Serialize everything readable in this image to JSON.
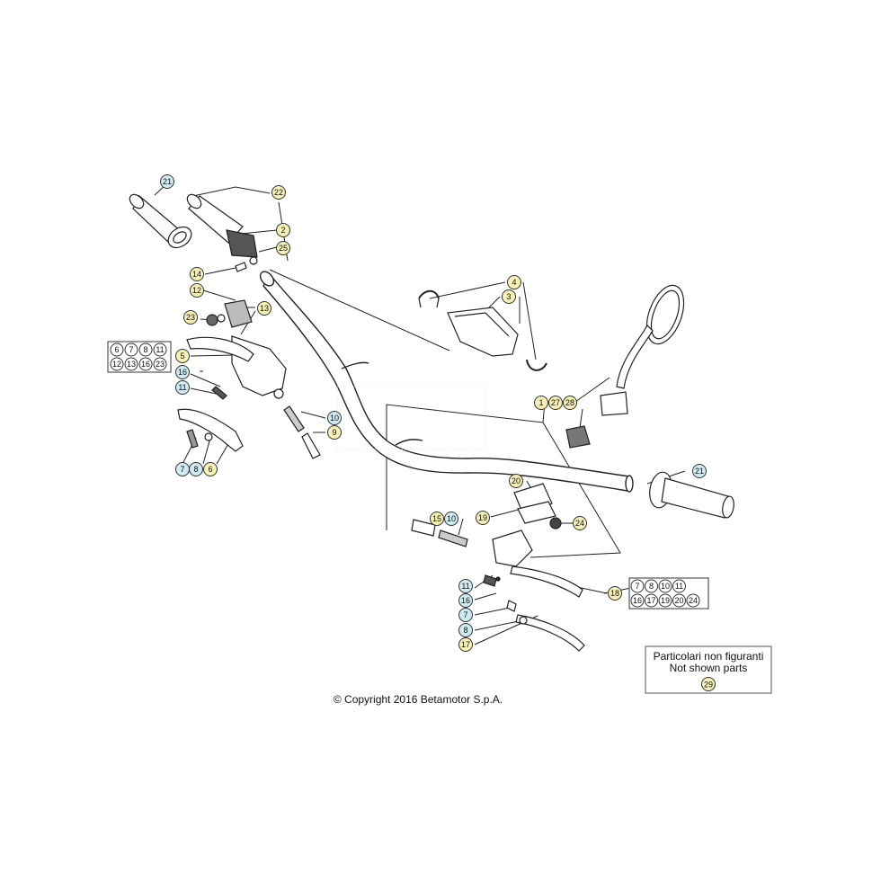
{
  "labels": [
    {
      "id": "l21a",
      "text": "21",
      "color": "#cfeaf3"
    },
    {
      "id": "l22",
      "text": "22",
      "color": "#f6f1b4"
    },
    {
      "id": "l2",
      "text": "2",
      "color": "#f6f1b4"
    },
    {
      "id": "l25",
      "text": "25",
      "color": "#f6f1b4"
    },
    {
      "id": "l14",
      "text": "14",
      "color": "#f6f1b4"
    },
    {
      "id": "l12",
      "text": "12",
      "color": "#f6f1b4"
    },
    {
      "id": "l23",
      "text": "23",
      "color": "#f6f1b4"
    },
    {
      "id": "l13",
      "text": "13",
      "color": "#f6f1b4"
    },
    {
      "id": "l5",
      "text": "5",
      "color": "#f6f1b4"
    },
    {
      "id": "l16a",
      "text": "16",
      "color": "#cfeaf3"
    },
    {
      "id": "l11a",
      "text": "11",
      "color": "#cfeaf3"
    },
    {
      "id": "l10a",
      "text": "10",
      "color": "#cfeaf3"
    },
    {
      "id": "l9",
      "text": "9",
      "color": "#f6f1b4"
    },
    {
      "id": "l7a",
      "text": "7",
      "color": "#cfeaf3"
    },
    {
      "id": "l8a",
      "text": "8",
      "color": "#cfeaf3"
    },
    {
      "id": "l6",
      "text": "6",
      "color": "#f6f1b4"
    },
    {
      "id": "l4",
      "text": "4",
      "color": "#f6f1b4"
    },
    {
      "id": "l3",
      "text": "3",
      "color": "#f6f1b4"
    },
    {
      "id": "l1",
      "text": "1",
      "color": "#f6f1b4"
    },
    {
      "id": "l27",
      "text": "27",
      "color": "#f6f1b4"
    },
    {
      "id": "l28",
      "text": "28",
      "color": "#f6f1b4"
    },
    {
      "id": "l21b",
      "text": "21",
      "color": "#cfeaf3"
    },
    {
      "id": "l20",
      "text": "20",
      "color": "#f6f1b4"
    },
    {
      "id": "l19",
      "text": "19",
      "color": "#f6f1b4"
    },
    {
      "id": "l24",
      "text": "24",
      "color": "#f6f1b4"
    },
    {
      "id": "l15",
      "text": "15",
      "color": "#f6f1b4"
    },
    {
      "id": "l10b",
      "text": "10",
      "color": "#cfeaf3"
    },
    {
      "id": "l11b",
      "text": "11",
      "color": "#cfeaf3"
    },
    {
      "id": "l16b",
      "text": "16",
      "color": "#cfeaf3"
    },
    {
      "id": "l7b",
      "text": "7",
      "color": "#cfeaf3"
    },
    {
      "id": "l8b",
      "text": "8",
      "color": "#cfeaf3"
    },
    {
      "id": "l17",
      "text": "17",
      "color": "#f6f1b4"
    },
    {
      "id": "l18",
      "text": "18",
      "color": "#f6f1b4"
    }
  ],
  "kit_left": {
    "rows": [
      [
        "6",
        "7",
        "8",
        "11"
      ],
      [
        "12",
        "13",
        "16",
        "23"
      ]
    ]
  },
  "kit_right": {
    "rows": [
      [
        "7",
        "8",
        "10",
        "11"
      ],
      [
        "16",
        "17",
        "19",
        "20",
        "24"
      ]
    ]
  },
  "not_shown": {
    "line1": "Particolari non figuranti",
    "line2": "Not shown parts",
    "part": "29",
    "part_color": "#f6f1b4"
  },
  "copyright": "© Copyright 2016 Betamotor S.p.A."
}
